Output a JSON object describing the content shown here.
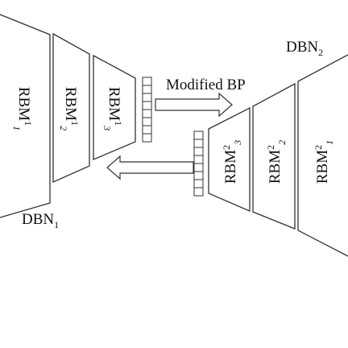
{
  "diagram": {
    "dbn1": {
      "base": "DBN",
      "sub": "1"
    },
    "dbn2": {
      "base": "DBN",
      "sub": "2"
    },
    "arrow_label": "Modified BP",
    "dbn1_layers": [
      {
        "base": "RBM",
        "sup": "1",
        "sub": "1"
      },
      {
        "base": "RBM",
        "sup": "1",
        "sub": "2"
      },
      {
        "base": "RBM",
        "sup": "1",
        "sub": "3"
      }
    ],
    "dbn2_layers": [
      {
        "base": "RBM",
        "sup": "2",
        "sub": "3"
      },
      {
        "base": "RBM",
        "sup": "2",
        "sub": "2"
      },
      {
        "base": "RBM",
        "sup": "2",
        "sub": "1"
      }
    ],
    "line_color": "#333333"
  }
}
